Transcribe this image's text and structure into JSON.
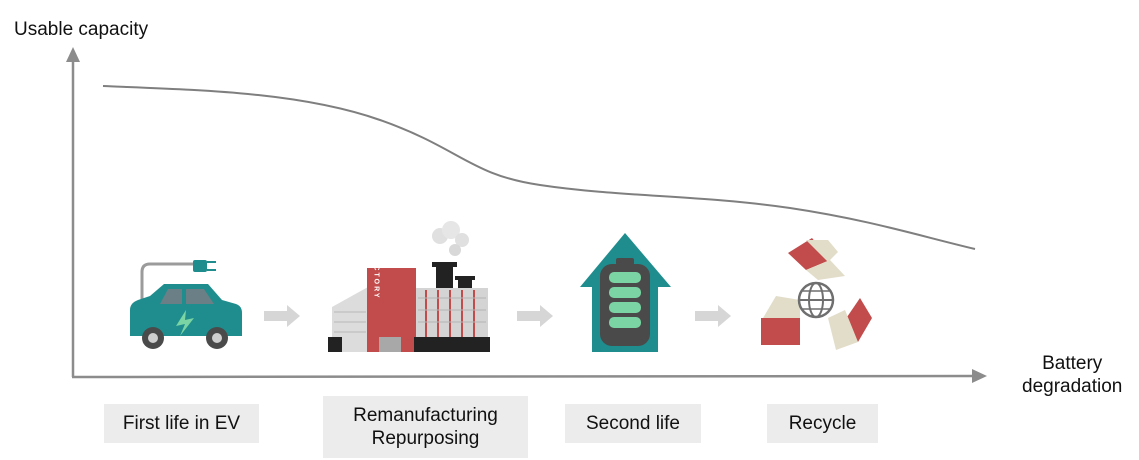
{
  "y_axis_title": "Usable capacity",
  "x_axis_title_line1": "Battery",
  "x_axis_title_line2": "degradation",
  "factory_sign": "FACTORY",
  "stages": [
    {
      "label": "First life in EV"
    },
    {
      "label_line1": "Remanufacturing",
      "label_line2": "Repurposing"
    },
    {
      "label": "Second life"
    },
    {
      "label": "Recycle"
    }
  ],
  "colors": {
    "teal": "#1f8d8d",
    "red": "#c24b4b",
    "beige": "#e2ddc9",
    "arrow_gray": "#d6d6d6",
    "axis_gray": "#8c8c8c",
    "curve_gray": "#7f7f7f",
    "label_bg": "#ececec"
  },
  "icons": [
    "ev-car-plug-icon",
    "factory-icon",
    "house-battery-icon",
    "recycle-globe-icon"
  ]
}
